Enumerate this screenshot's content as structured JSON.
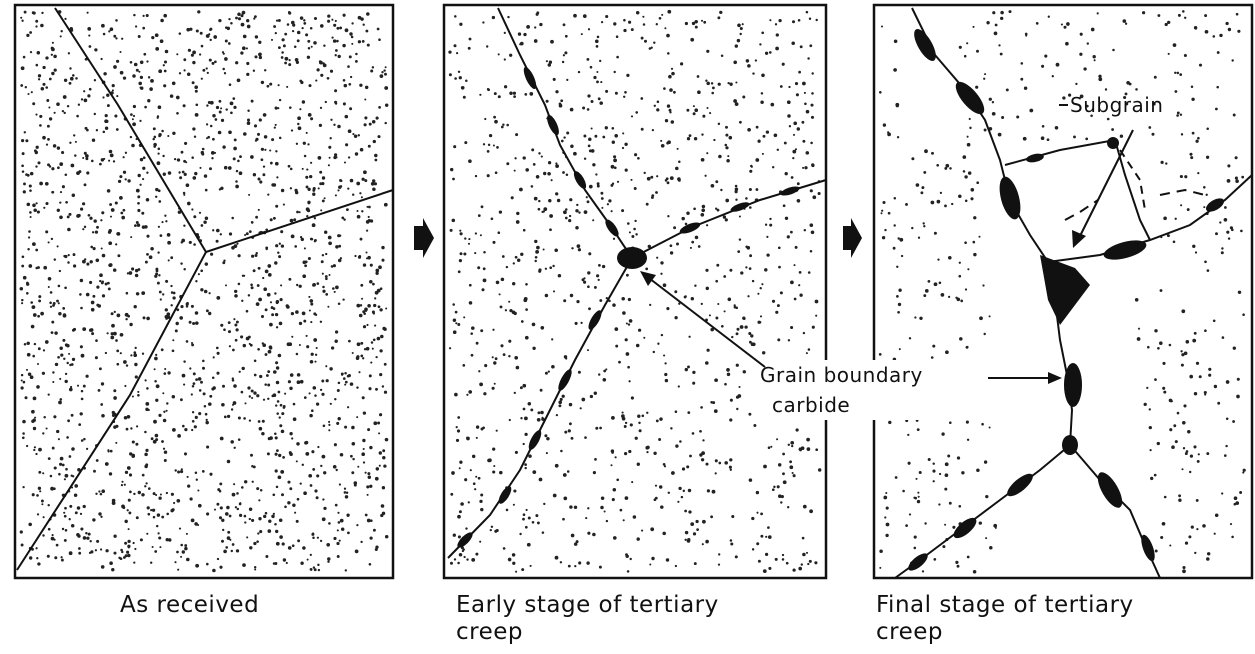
{
  "panels": [
    {
      "caption_line1": "As received",
      "caption_line2": ""
    },
    {
      "caption_line1": "Early stage of tertiary",
      "caption_line2": "creep"
    },
    {
      "caption_line1": "Final stage of tertiary",
      "caption_line2": "creep"
    }
  ],
  "annotations": {
    "subgrain": "Subgrain",
    "gb_carbide_line1": "Grain boundary",
    "gb_carbide_line2": "carbide"
  },
  "colors": {
    "ink": "#111111",
    "paper": "#ffffff"
  }
}
